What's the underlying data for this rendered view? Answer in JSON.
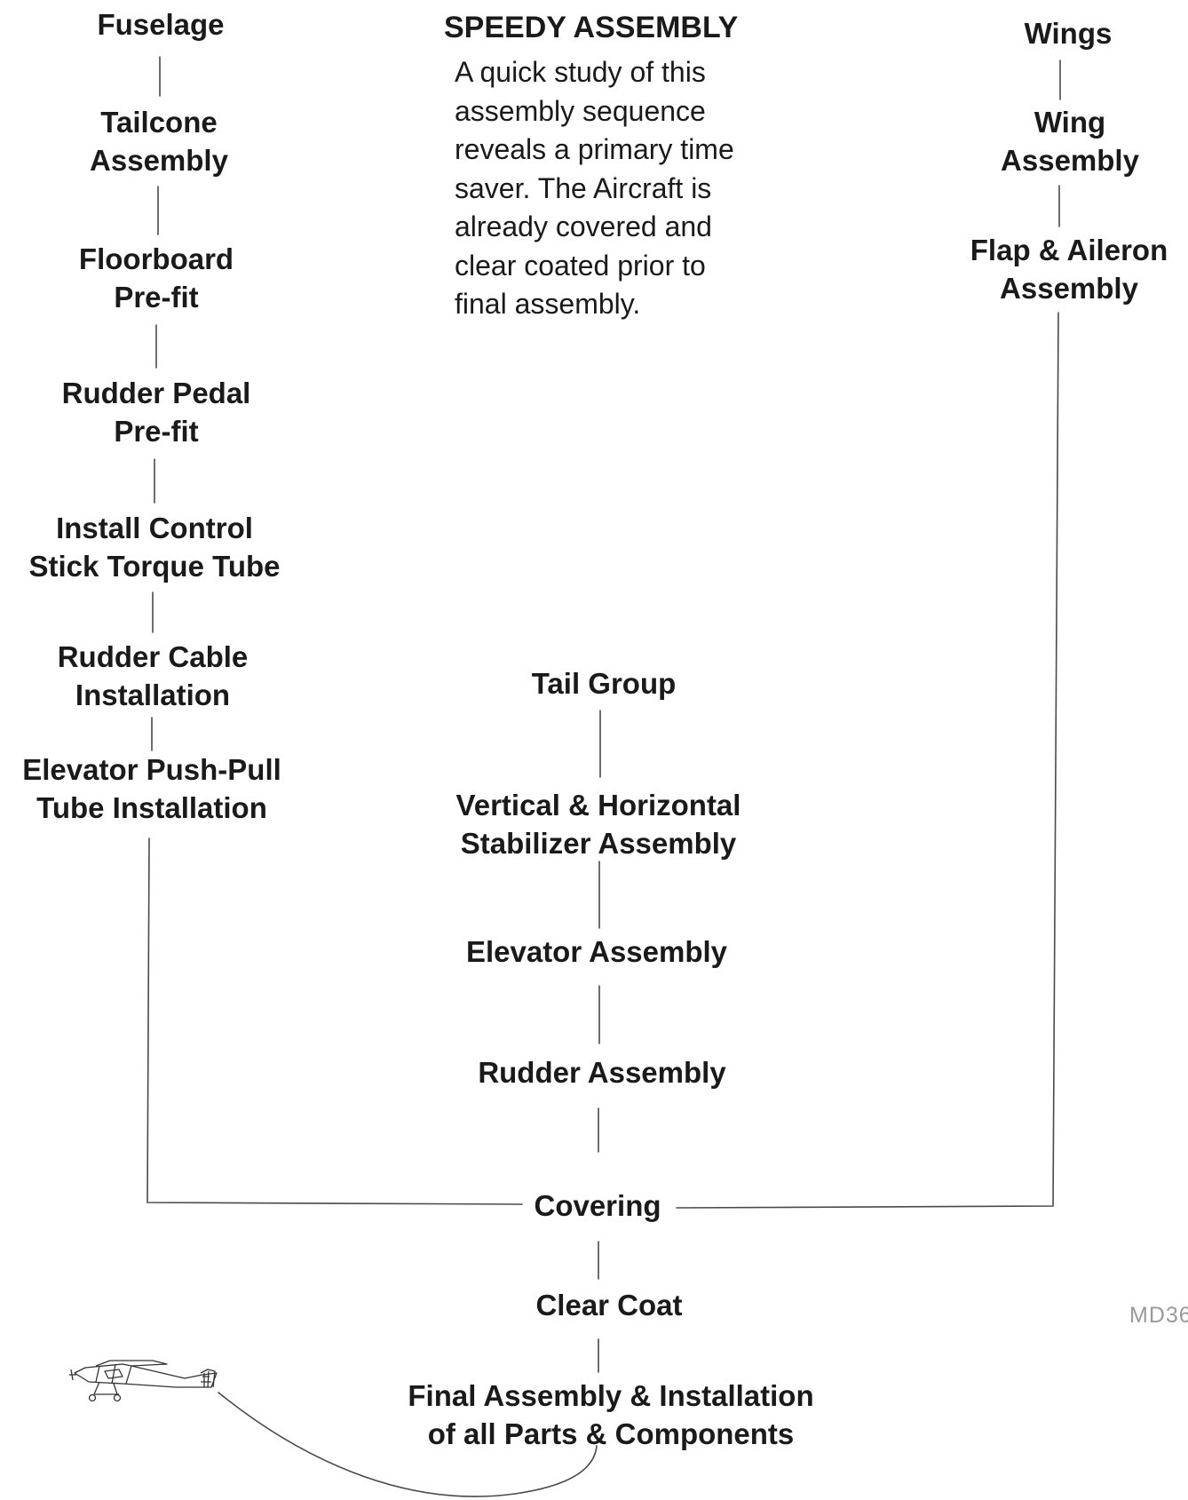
{
  "header": {
    "title": "SPEEDY ASSEMBLY",
    "description_lines": [
      "A quick study of this",
      "assembly sequence",
      "reveals a primary time",
      "saver.  The Aircraft is",
      "already covered and",
      "clear coated prior to",
      "final assembly."
    ]
  },
  "fuselage_column": {
    "steps": [
      {
        "lines": [
          "Fuselage"
        ]
      },
      {
        "lines": [
          "Tailcone",
          "Assembly"
        ]
      },
      {
        "lines": [
          "Floorboard",
          "Pre-fit"
        ]
      },
      {
        "lines": [
          "Rudder Pedal",
          "Pre-fit"
        ]
      },
      {
        "lines": [
          "Install Control",
          "Stick Torque Tube"
        ]
      },
      {
        "lines": [
          "Rudder Cable",
          "Installation"
        ]
      },
      {
        "lines": [
          "Elevator Push-Pull",
          "Tube Installation"
        ]
      }
    ]
  },
  "wings_column": {
    "steps": [
      {
        "lines": [
          "Wings"
        ]
      },
      {
        "lines": [
          "Wing",
          "Assembly"
        ]
      },
      {
        "lines": [
          "Flap & Aileron",
          "Assembly"
        ]
      }
    ]
  },
  "tail_column": {
    "steps": [
      {
        "lines": [
          "Tail Group"
        ]
      },
      {
        "lines": [
          "Vertical & Horizontal",
          "Stabilizer Assembly"
        ]
      },
      {
        "lines": [
          "Elevator Assembly"
        ]
      },
      {
        "lines": [
          "Rudder Assembly"
        ]
      }
    ]
  },
  "final_column": {
    "steps": [
      {
        "lines": [
          "Covering"
        ]
      },
      {
        "lines": [
          "Clear Coat"
        ]
      },
      {
        "lines": [
          "Final Assembly & Installation",
          "of all Parts & Components"
        ]
      }
    ]
  },
  "reference_code": "MD36",
  "illustration": {
    "icon": "airplane-sketch-icon"
  }
}
